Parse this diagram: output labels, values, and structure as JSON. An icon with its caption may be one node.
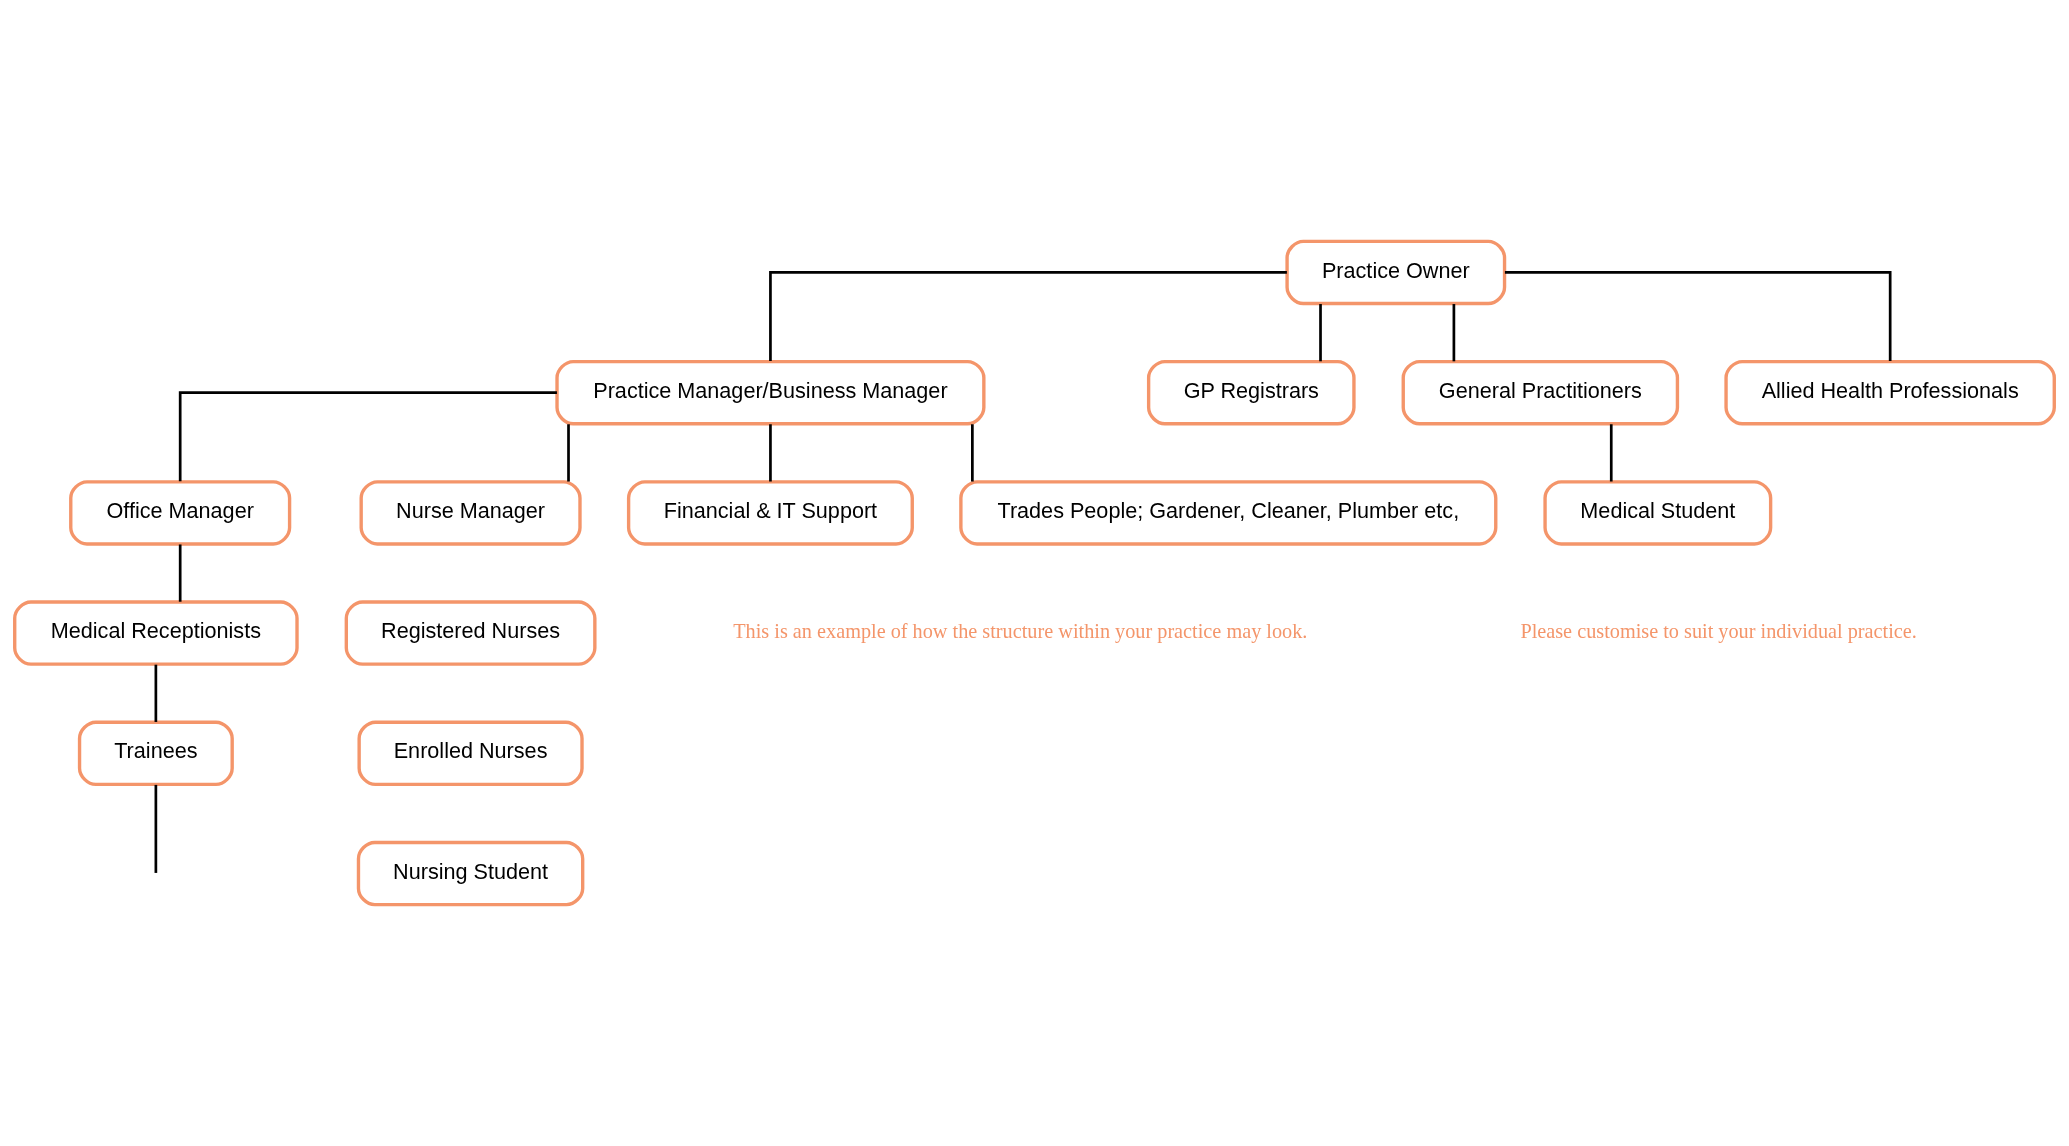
{
  "diagram": {
    "nodes": [
      {
        "text": [
          "Practice Owner"
        ]
      },
      {
        "text": [
          "Practice Manager/Business Manager"
        ]
      },
      {
        "text": [
          "GP Registrars"
        ]
      },
      {
        "text": [
          "General Practitioners"
        ]
      },
      {
        "text": [
          "Allied Health Professionals"
        ]
      },
      {
        "text": [
          "Medical Student"
        ]
      },
      {
        "text": [
          "Office Manager"
        ]
      },
      {
        "text": [
          "Nurse Manager"
        ]
      },
      {
        "text": [
          "Financial & IT Support"
        ]
      },
      {
        "text": [
          "Trades People; Gardener, Cleaner, Plumber etc,"
        ]
      },
      {
        "text": [
          "Medical Receptionists"
        ]
      },
      {
        "text": [
          "Registered Nurses"
        ]
      },
      {
        "text": [
          "Trainees"
        ]
      },
      {
        "text": [
          "Enrolled Nurses"
        ]
      },
      {
        "text": [
          "Nursing Student"
        ]
      }
    ],
    "edges": [
      {
        "from": 0,
        "to": 1,
        "arrow": "none"
      },
      {
        "from": 0,
        "to": 2,
        "arrow": "none"
      },
      {
        "from": 0,
        "to": 3,
        "arrow": "none"
      },
      {
        "from": 0,
        "to": 4,
        "arrow": "none"
      },
      {
        "from": 3,
        "to": 5,
        "arrow": "none"
      },
      {
        "from": 1,
        "to": 6,
        "arrow": "none"
      },
      {
        "from": 1,
        "to": 7,
        "arrow": "none"
      },
      {
        "from": 1,
        "to": 8,
        "arrow": "none"
      },
      {
        "from": 1,
        "to": 9,
        "arrow": "none"
      },
      {
        "from": 6,
        "to": 10,
        "arrow": "none"
      },
      {
        "from": 10,
        "to": 12,
        "arrow": "none"
      },
      {
        "from": 12,
        "to": null,
        "arrow": "none"
      }
    ],
    "labels": [
      "This is an example of how the structure within your practice may look.",
      "Please customise to suit your individual practice."
    ]
  }
}
